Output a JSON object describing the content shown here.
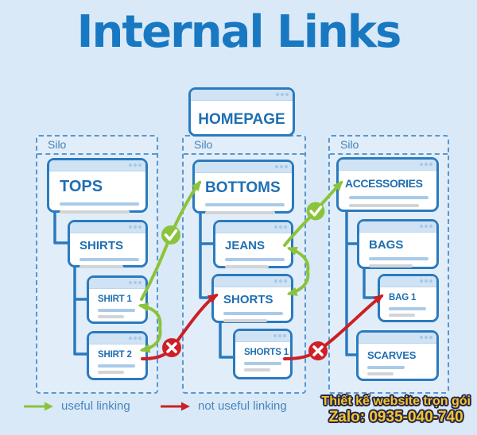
{
  "title": "Internal Links",
  "homepage": {
    "label": "HOMEPAGE"
  },
  "silos": [
    {
      "label": "Silo",
      "cards": [
        {
          "label": "TOPS"
        },
        {
          "label": "SHIRTS"
        },
        {
          "label": "SHIRT 1"
        },
        {
          "label": "SHIRT 2"
        }
      ]
    },
    {
      "label": "Silo",
      "cards": [
        {
          "label": "BOTTOMS"
        },
        {
          "label": "JEANS"
        },
        {
          "label": "SHORTS"
        },
        {
          "label": "SHORTS 1"
        }
      ]
    },
    {
      "label": "Silo",
      "cards": [
        {
          "label": "ACCESSORIES"
        },
        {
          "label": "BAGS"
        },
        {
          "label": "BAG 1"
        },
        {
          "label": "SCARVES"
        }
      ]
    }
  ],
  "legend": {
    "useful_label": "useful linking",
    "not_useful_label": "not useful linking"
  },
  "watermark": {
    "line1": "Thiết kế website trọn gói",
    "line2": "Zalo: 0935-040-740"
  },
  "colors": {
    "background": "#d9e9f8",
    "title_blue": "#1878c2",
    "card_border_blue": "#2b7abd",
    "connector_blue": "#2b7abd",
    "useful_green": "#8cc33c",
    "not_useful_red": "#cb2026",
    "watermark_yellow": "#f3c52d"
  },
  "icons": {
    "check_badge": "check-in-green-circle",
    "cross_badge": "x-in-red-circle",
    "window_dots": "three-dots"
  }
}
